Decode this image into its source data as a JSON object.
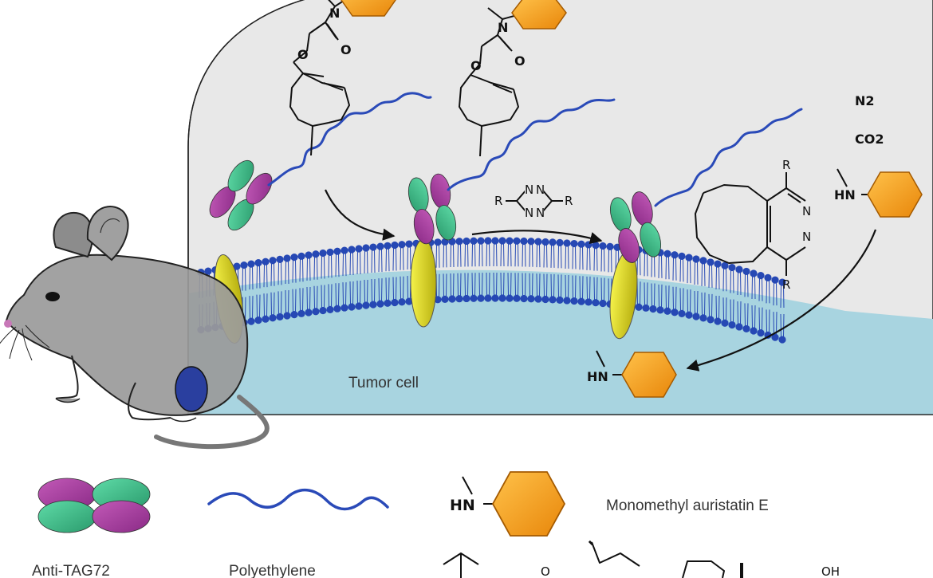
{
  "panel": {
    "cell_label": "Tumor cell",
    "released_gases": [
      "N2",
      "CO2"
    ]
  },
  "chemistry": {
    "atoms": {
      "N": "N",
      "O": "O",
      "R": "R",
      "HN": "HN"
    }
  },
  "legend": {
    "antibody": {
      "label": "Anti-TAG72"
    },
    "polymer": {
      "label": "Polyethylene"
    },
    "drug": {
      "label": "Monomethyl auristatin E",
      "amine": "HN"
    }
  },
  "colors": {
    "membrane_head": "#2648b4",
    "extracellular": "#e8e8e8",
    "cytoplasm": "#a8d4e0",
    "receptor": "#e0e020",
    "antibody_magenta": "#a83aa0",
    "antibody_green": "#3fbf8a",
    "drug_hexagon": "#f5a21c",
    "polymer": "#2a4ab8",
    "mouse": "#9a9a9a",
    "tumor": "#2a3f9f"
  }
}
